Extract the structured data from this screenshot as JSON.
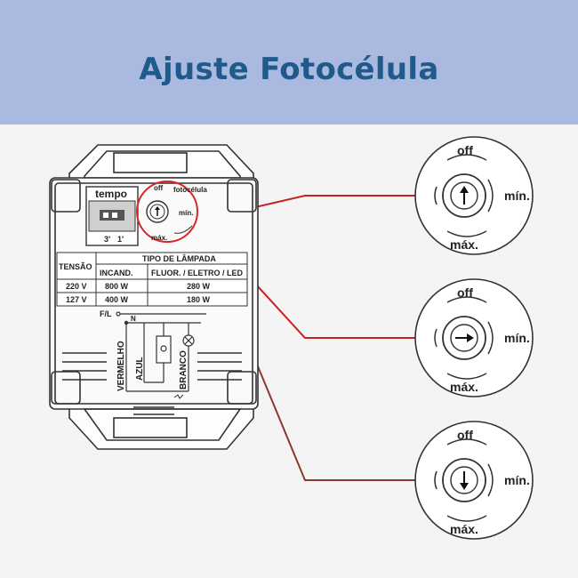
{
  "header": {
    "title": "Ajuste Fotocélula"
  },
  "colors": {
    "header_bg": "#a9b9df",
    "title": "#1f5a8a",
    "link_line": "#c8201e",
    "link_line_dark": "#8a3a2a"
  },
  "device": {
    "tempo_label": "tempo",
    "tempo_marks": [
      "3'",
      "1'"
    ],
    "off_label": "off",
    "fotocelula_label": "fotocélula",
    "min_label": "mín.",
    "max_label": "máx.",
    "table": {
      "col_tensao": "TENSÃO",
      "col_tipo": "TIPO DE LÂMPADA",
      "col_incand": "INCAND.",
      "col_fluor": "FLUOR. / ELETRO / LED",
      "rows": [
        {
          "tensao": "220 V",
          "incand": "800 W",
          "fluor": "280 W"
        },
        {
          "tensao": "127 V",
          "incand": "400 W",
          "fluor": "180 W"
        }
      ]
    },
    "wiring": {
      "fl": "F/L",
      "n": "N",
      "vermelho": "VERMELHO",
      "azul": "AZUL",
      "branco": "BRANCO"
    }
  },
  "dials": [
    {
      "off": "off",
      "min": "mín.",
      "max": "máx.",
      "arrow": "up-arrow-icon"
    },
    {
      "off": "off",
      "min": "mín.",
      "max": "máx.",
      "arrow": "right-arrow-icon"
    },
    {
      "off": "off",
      "min": "mín.",
      "max": "máx.",
      "arrow": "down-arrow-icon"
    }
  ]
}
